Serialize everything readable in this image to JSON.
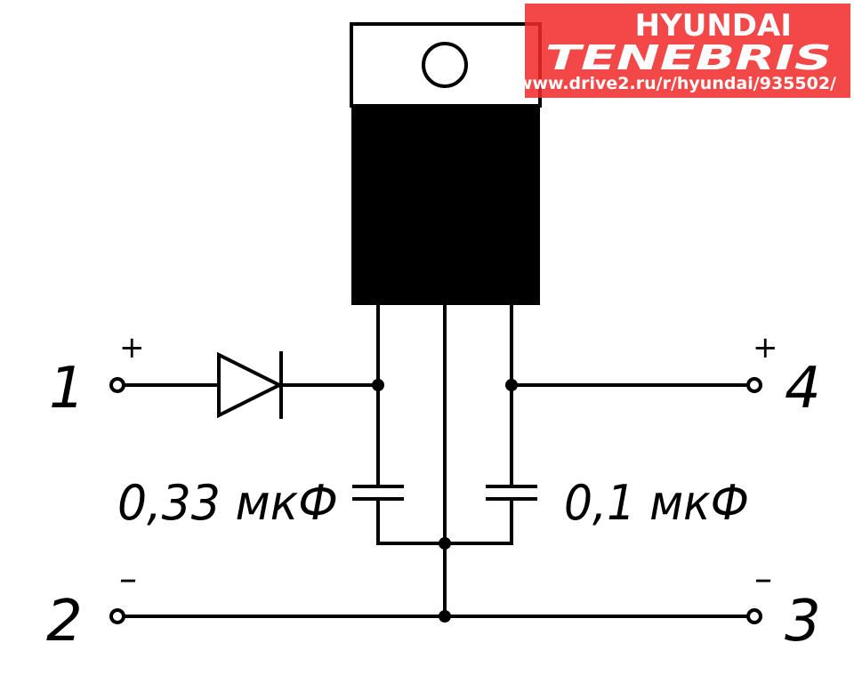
{
  "diagram": {
    "watermark": {
      "brand": "HYUNDAI",
      "model": "TENEBRIS",
      "url": "www.drive2.ru/r/hyundai/935502/",
      "color": "#f02a2a"
    },
    "terminals": {
      "t1": {
        "number": "1",
        "polarity": "+"
      },
      "t2": {
        "number": "2",
        "polarity": "–"
      },
      "t3": {
        "number": "3",
        "polarity": "–"
      },
      "t4": {
        "number": "4",
        "polarity": "+"
      }
    },
    "capacitors": {
      "input": {
        "value": "0,33 мкФ"
      },
      "output": {
        "value": "0,1 мкФ"
      }
    },
    "colors": {
      "ink": "#000000",
      "background": "#ffffff"
    }
  }
}
